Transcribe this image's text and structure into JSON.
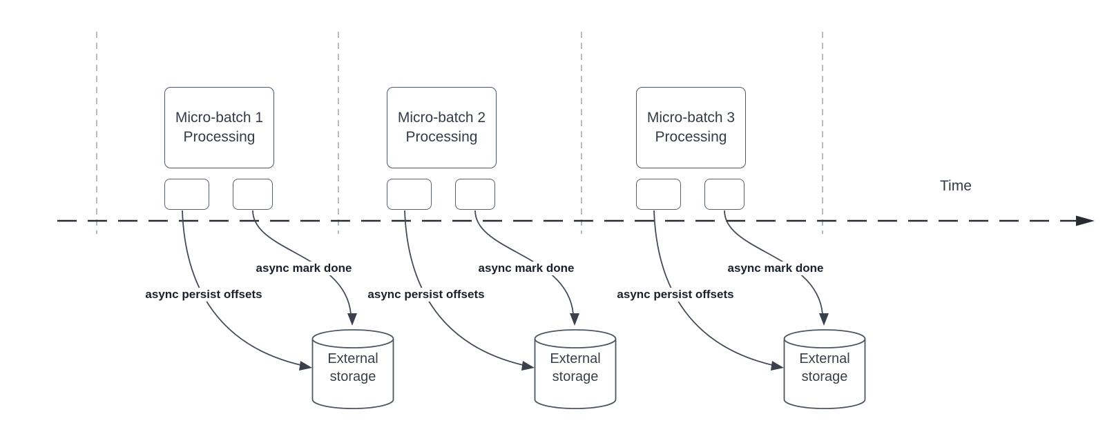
{
  "diagram": {
    "timeline": {
      "label": "Time"
    },
    "sections": [
      {
        "box_line1": "Micro-batch 1",
        "box_line2": "Processing",
        "persist_label": "async persist offsets",
        "done_label": "async mark done",
        "storage_line1": "External",
        "storage_line2": "storage"
      },
      {
        "box_line1": "Micro-batch 2",
        "box_line2": "Processing",
        "persist_label": "async persist offsets",
        "done_label": "async mark done",
        "storage_line1": "External",
        "storage_line2": "storage"
      },
      {
        "box_line1": "Micro-batch 3",
        "box_line2": "Processing",
        "persist_label": "async persist offsets",
        "done_label": "async mark done",
        "storage_line1": "External",
        "storage_line2": "storage"
      }
    ],
    "colors": {
      "curve_line": "#434a56",
      "timeline_line": "#262a31",
      "guide_line": "#b6b9bd",
      "box_border": "#4d5560",
      "box_text": "#343b46",
      "bold_label_text": "#1a212d",
      "background": "#ffffff"
    }
  }
}
